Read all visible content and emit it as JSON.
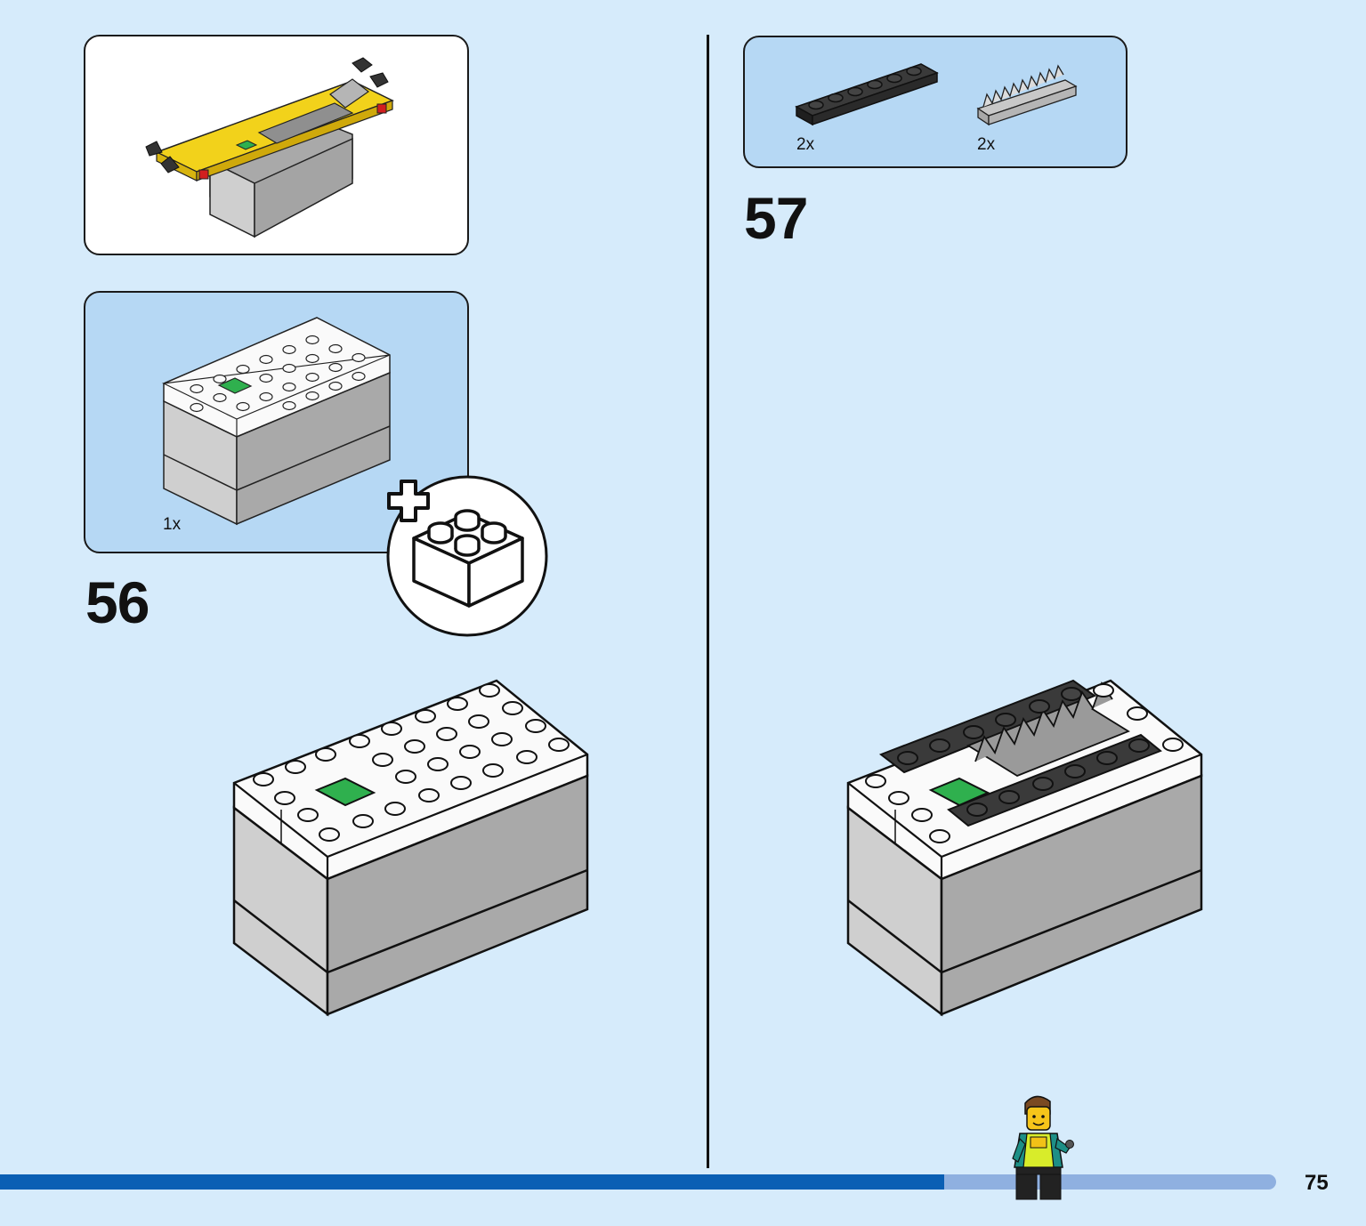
{
  "steps": [
    {
      "number": "56",
      "parts": [
        {
          "qty": "1x",
          "part": "battery-box"
        }
      ]
    },
    {
      "number": "57",
      "parts": [
        {
          "qty": "2x",
          "part": "black-plate-1x6"
        },
        {
          "qty": "2x",
          "part": "grey-rack-gear"
        }
      ]
    }
  ],
  "page": {
    "number": "75"
  },
  "icons": {
    "add_brick": "plus-brick-icon",
    "minifigure": "minifigure-worker"
  },
  "colors": {
    "background": "#d6ebfb",
    "parts_panel": "#b6d8f4",
    "progress_bar": "#0a5fb4",
    "progress_remaining": "#8fb0e0",
    "green_button": "#2fb04e",
    "yellow_part": "#f2d21b"
  },
  "progress": {
    "completed_fraction": 0.74
  }
}
